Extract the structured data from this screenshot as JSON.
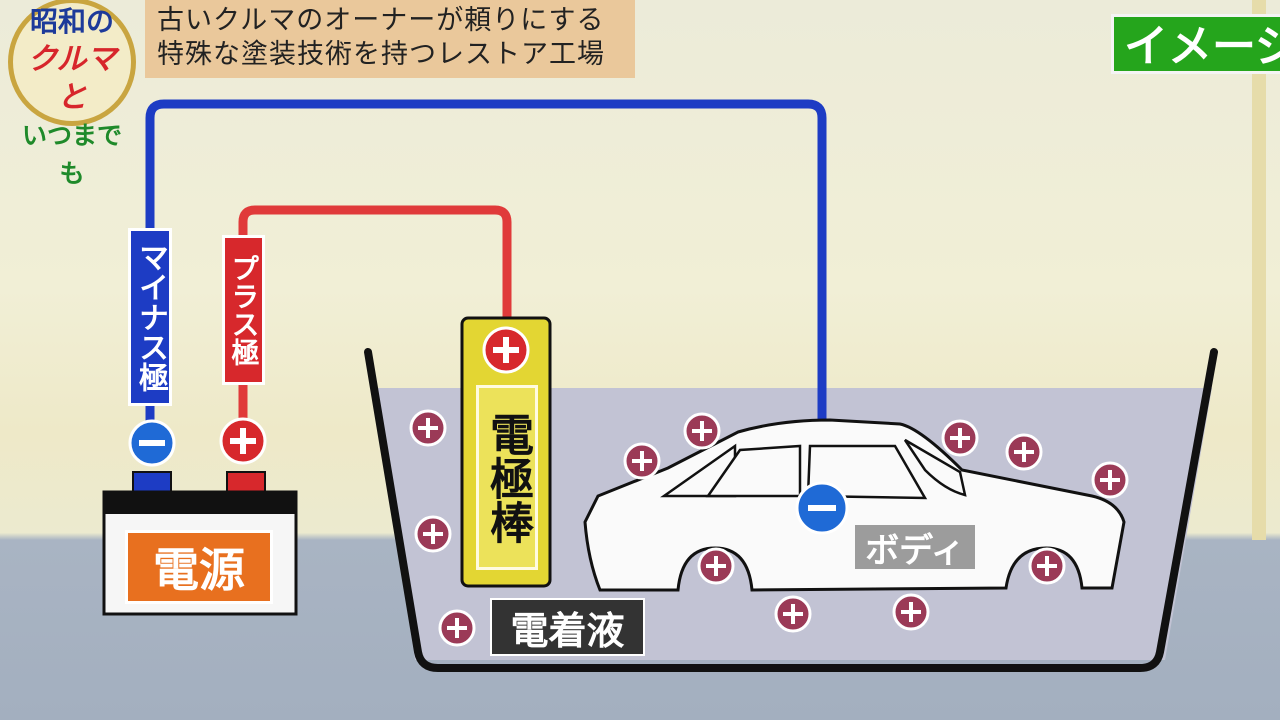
{
  "logo": {
    "line1": "昭和の",
    "line2": "クルマと",
    "line3": "いつまでも"
  },
  "caption": {
    "line1": "古いクルマのオーナーが頼りにする",
    "line2": "特殊な塗装技術を持つレストア工場"
  },
  "badge": {
    "label": "イメージ"
  },
  "diagram": {
    "minus_terminal_label": "マイナス極",
    "plus_terminal_label": "プラス極",
    "power_source_label": "電源",
    "electrode_rod_label": "電極棒",
    "liquid_label": "電着液",
    "body_label": "ボディ",
    "plus_symbol": "+",
    "minus_symbol": "−"
  },
  "colors": {
    "negative": "#1d3cc4",
    "positive": "#d7282c",
    "ion": "#9b3a57",
    "rod": "#e3d633",
    "power": "#e8701f",
    "badge": "#25a51c"
  }
}
